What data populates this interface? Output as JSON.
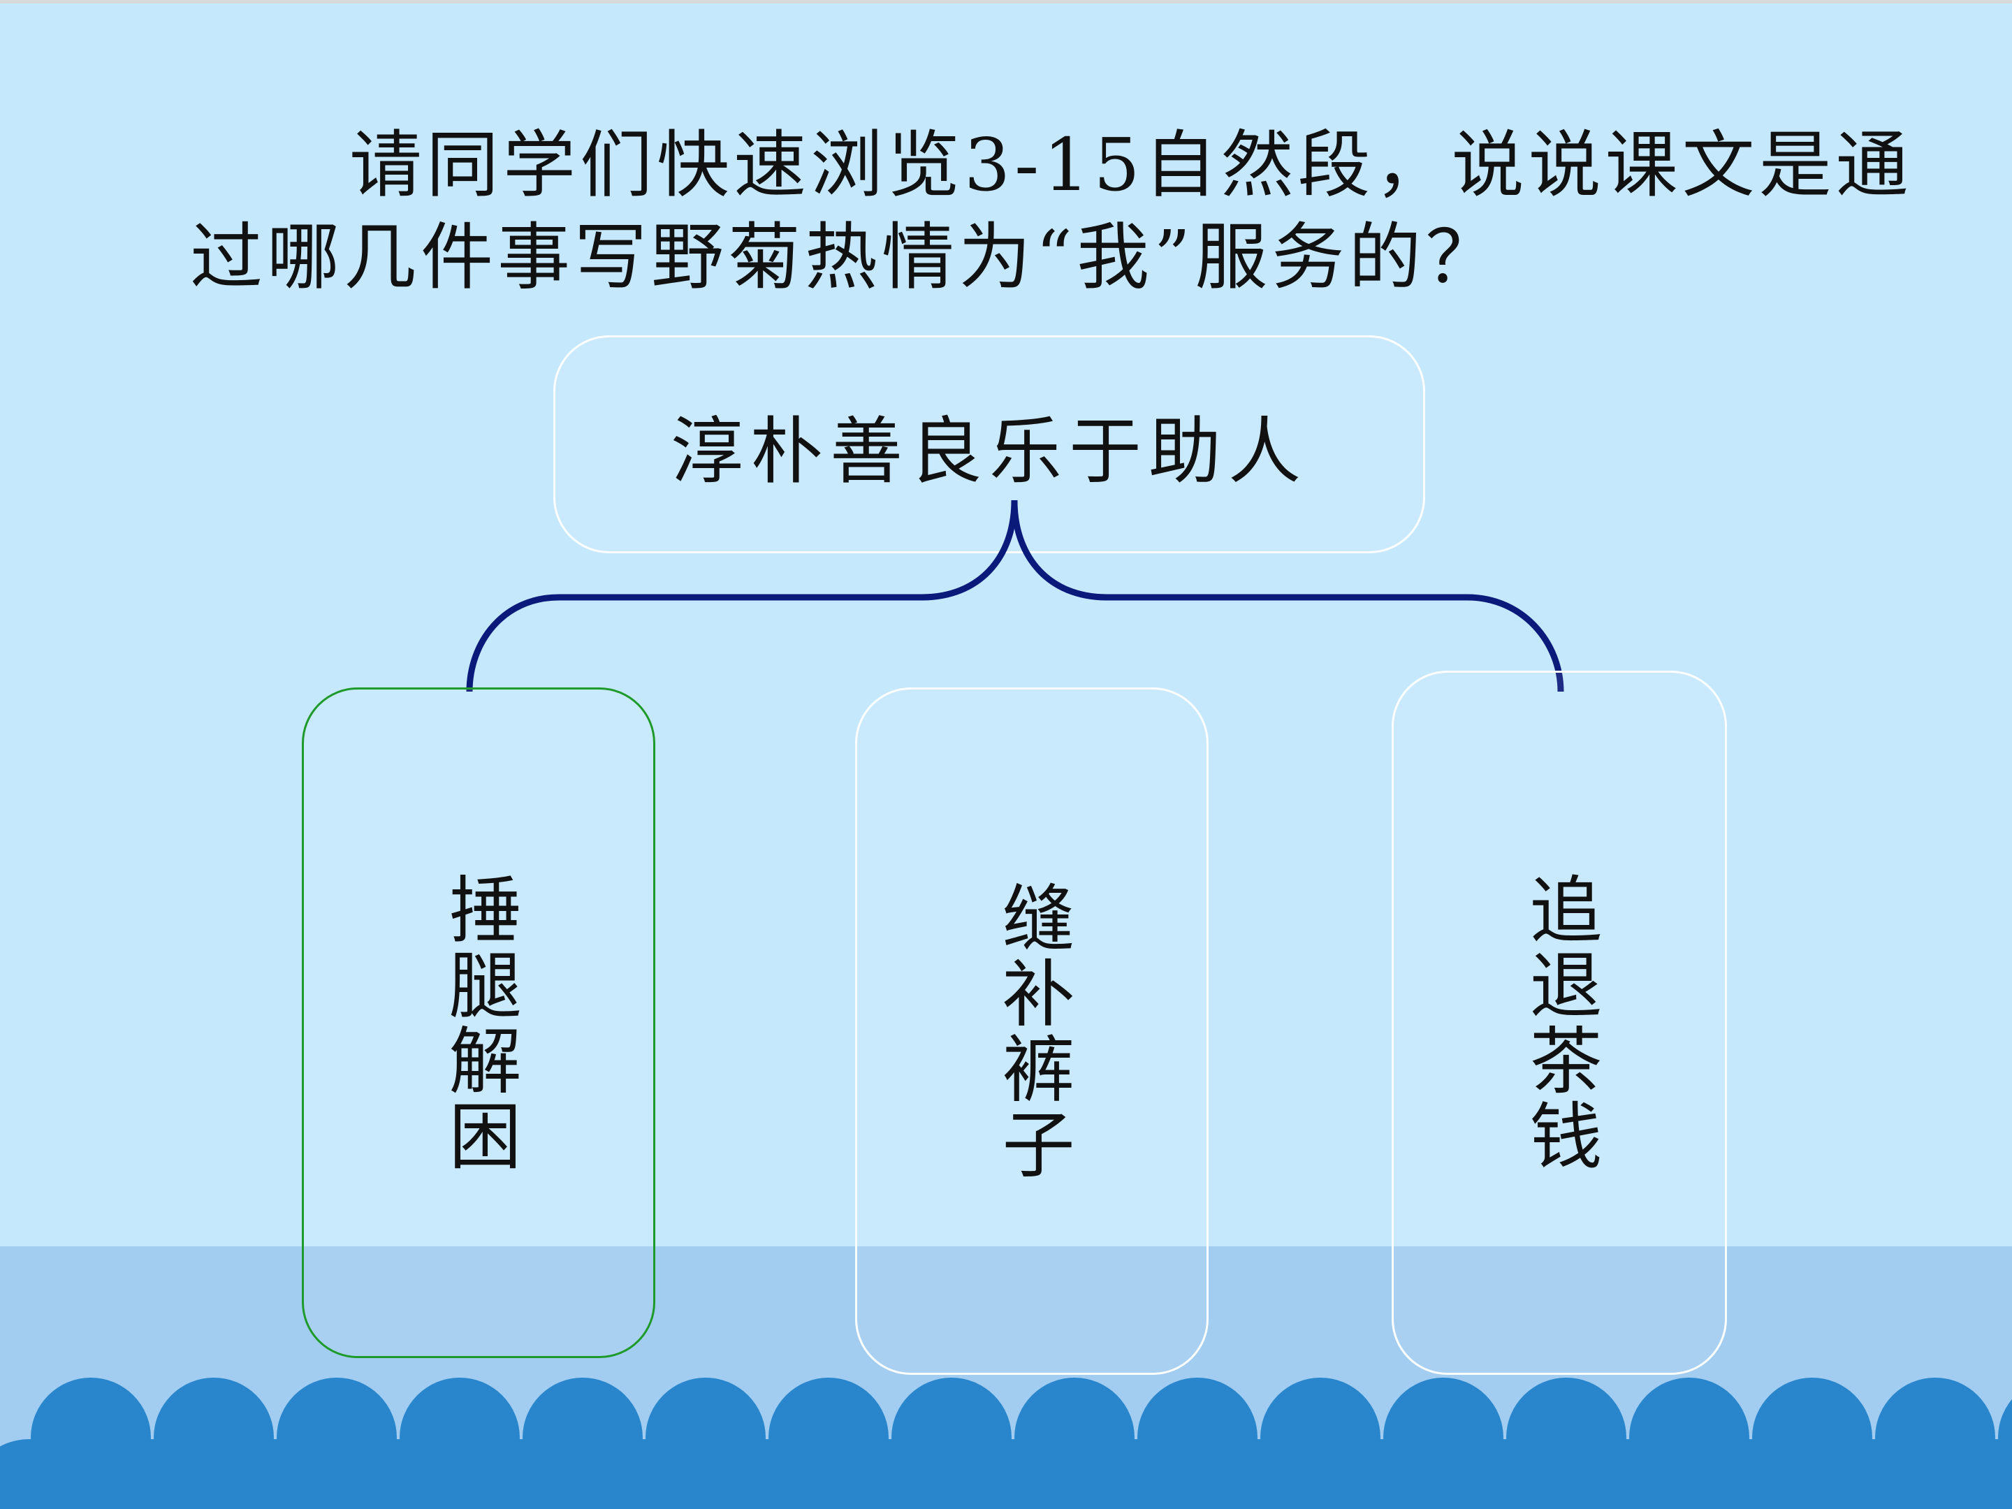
{
  "question": {
    "text": "请同学们快速浏览3-15自然段，说说课文是通过哪几件事写野菊热情为“我”服务的？"
  },
  "diagram": {
    "root": {
      "label": "淳朴善良乐于助人"
    },
    "children": [
      {
        "label": "捶腿解困",
        "selected": true
      },
      {
        "label": "缝补裤子",
        "selected": false
      },
      {
        "label": "追退茶钱",
        "selected": false
      }
    ],
    "connector_color": "#0a1a7a",
    "selected_border_color": "#1e9a2a"
  },
  "colors": {
    "background": "#c5e8fc",
    "bottom_band": "#a2cdf0",
    "waves": "#2a86cc"
  }
}
